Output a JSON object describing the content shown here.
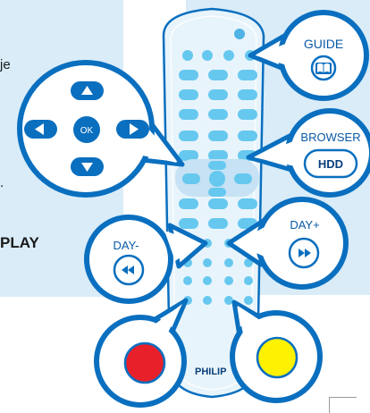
{
  "left_text": {
    "fragment_je": "je",
    "fragment_dot": ".",
    "fragment_play": "PLAY"
  },
  "remote": {
    "brand": "PHILIPS",
    "brand_visible": "PHILIP"
  },
  "callouts": {
    "guide": {
      "label": "GUIDE",
      "icon": "book-icon"
    },
    "browser": {
      "label": "BROWSER",
      "button": "HDD"
    },
    "day_minus": {
      "label": "DAY-",
      "icon": "rewind-icon"
    },
    "day_plus": {
      "label": "DAY+",
      "icon": "fast-forward-icon"
    },
    "nav": {
      "center": "OK",
      "icons": [
        "arrow-up-icon",
        "arrow-left-icon",
        "arrow-right-icon",
        "arrow-down-icon"
      ]
    },
    "red_button": {
      "color": "#e8202a"
    },
    "yellow_button": {
      "color": "#fff200"
    }
  },
  "colors": {
    "accent": "#0a6fbf",
    "dot": "#66c8ef",
    "panel": "#d9ecf8",
    "remote_body": "#e8f4fb"
  }
}
